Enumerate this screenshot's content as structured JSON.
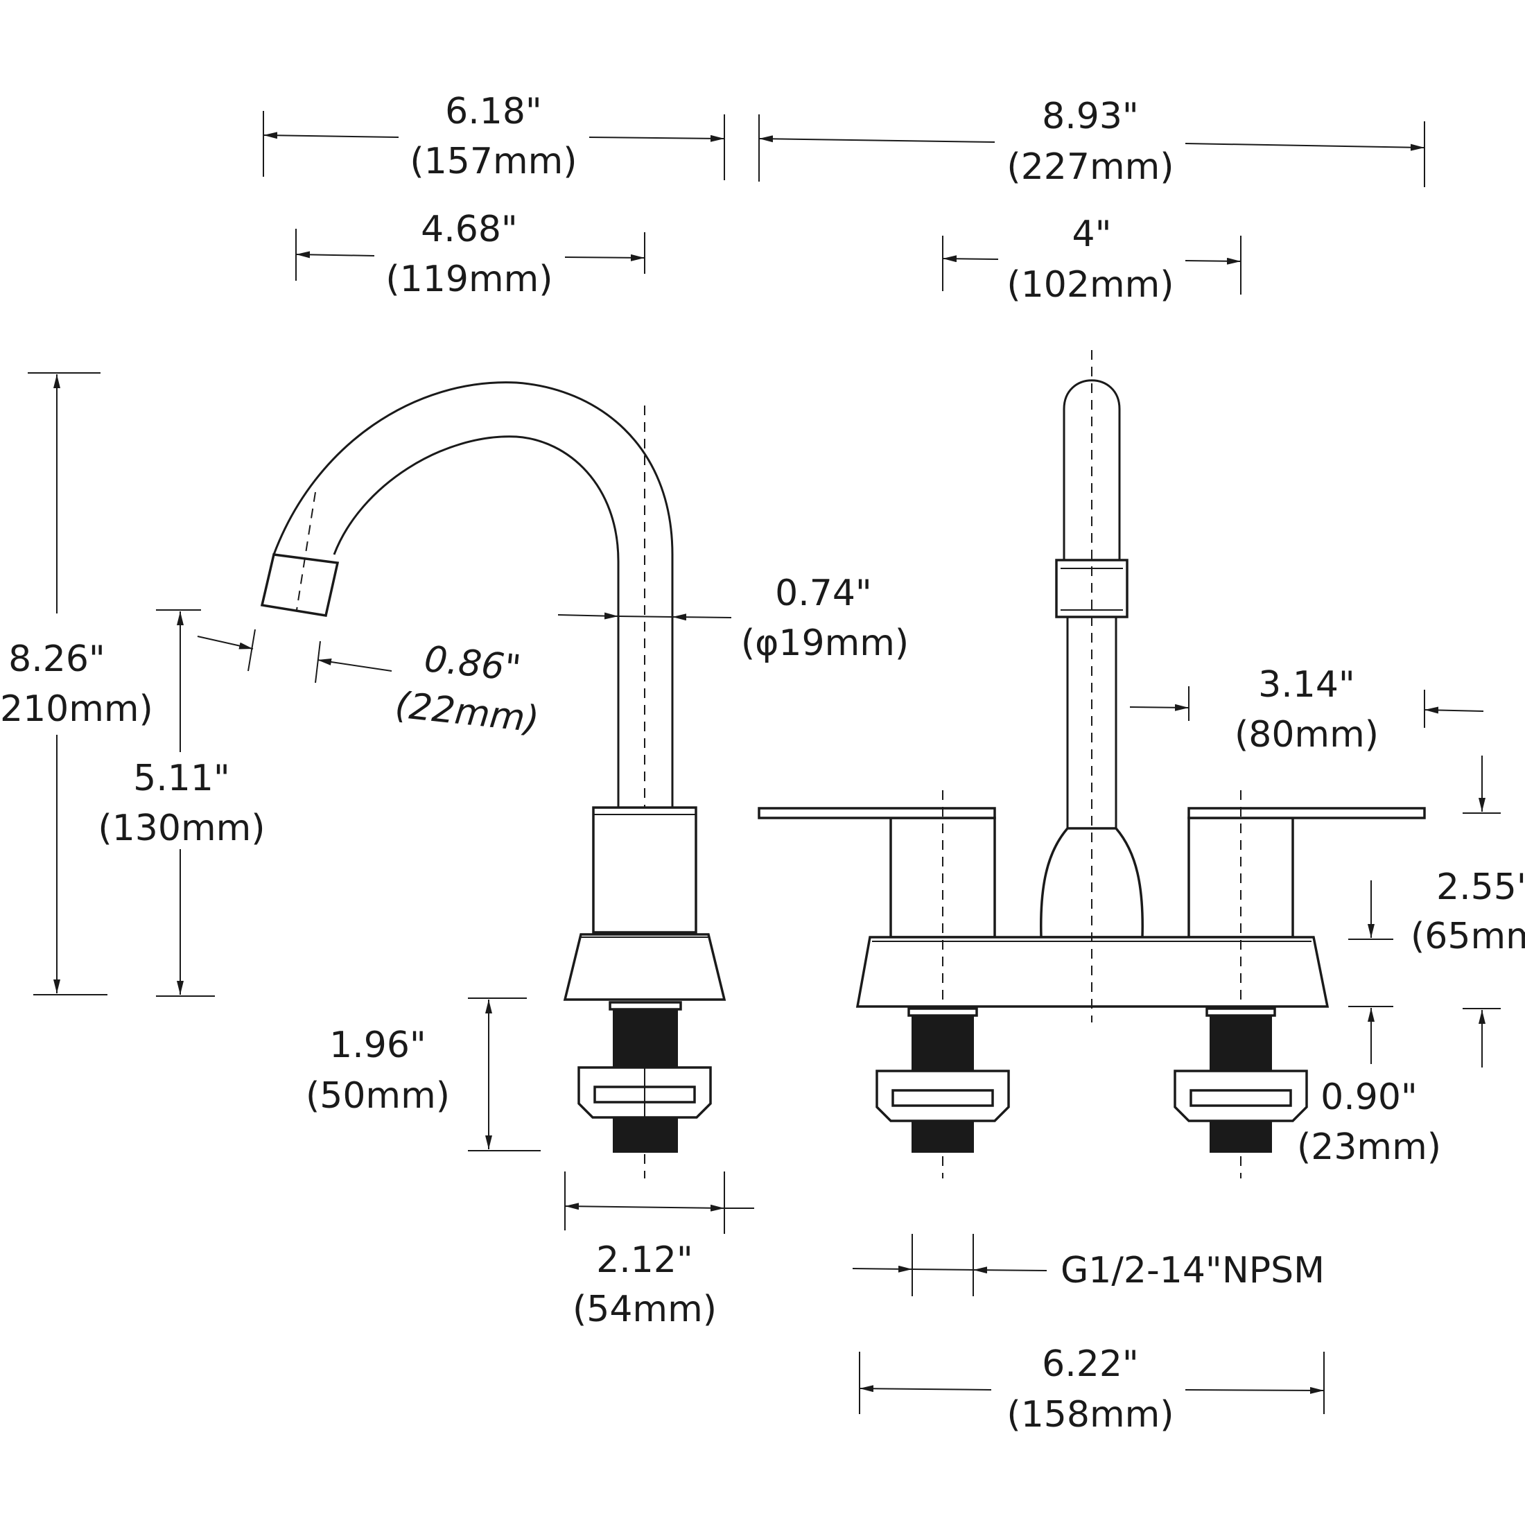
{
  "dimensions": {
    "width_total": {
      "inch": "6.18\"",
      "mm": "(157mm)"
    },
    "spout_reach": {
      "inch": "4.68\"",
      "mm": "(119mm)"
    },
    "depth_total": {
      "inch": "8.93\"",
      "mm": "(227mm)"
    },
    "handle_spacing": {
      "inch": "4\"",
      "mm": "(102mm)"
    },
    "height_total": {
      "inch": "8.26\"",
      "mm": "210mm)"
    },
    "spout_height": {
      "inch": "5.11\"",
      "mm": "(130mm)"
    },
    "aerator_diameter": {
      "inch": "0.86\"",
      "mm": "(22mm)"
    },
    "spout_tube_diameter": {
      "inch": "0.74\"",
      "mm": "(φ19mm)"
    },
    "handle_length": {
      "inch": "3.14\"",
      "mm": "(80mm)"
    },
    "handle_height": {
      "inch": "2.55\"",
      "mm": "(65mm"
    },
    "shank_length": {
      "inch": "1.96\"",
      "mm": "(50mm)"
    },
    "base_height": {
      "inch": "0.90\"",
      "mm": "(23mm)"
    },
    "base_depth": {
      "inch": "2.12\"",
      "mm": "(54mm)"
    },
    "thread_spec": {
      "text": "G1/2-14\"NPSM"
    },
    "base_width": {
      "inch": "6.22\"",
      "mm": "(158mm)"
    }
  }
}
